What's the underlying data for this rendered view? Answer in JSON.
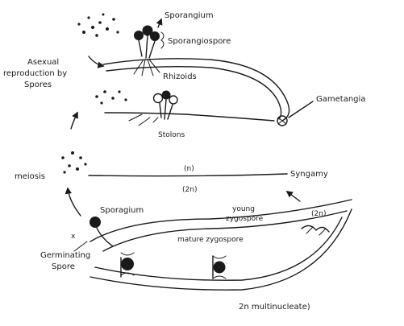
{
  "labels": {
    "sporangium_top": "Sporangium",
    "sporangiospore": "Sporangiospore",
    "rhizoids": "Rhizoids",
    "asexual_line1": "Asexual",
    "asexual_line2": "reproduction by",
    "asexual_line3": "Spores",
    "stolons": "Stolons",
    "gametangia": "Gametangia",
    "meiosis": "meiosis",
    "haploid": "(n)",
    "diploid": "(2n)",
    "syngamy": "Syngamy",
    "sporangium_bottom": "Sporagium",
    "young_zygospore_line1": "young",
    "young_zygospore_line2": "zygospore",
    "young_zygospore_ploidy": "(2n)",
    "mature_zygospore": "mature zygospore",
    "germinating_line1": "Germinating",
    "germinating_line2": "Spore",
    "multinucleate": "2n multinucleate)"
  },
  "style": {
    "ink": "#1a1a1a",
    "background": "#ffffff"
  }
}
